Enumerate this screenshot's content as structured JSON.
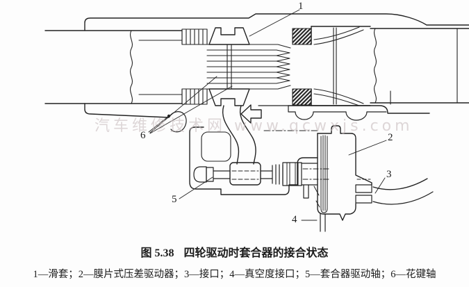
{
  "figure": {
    "caption_prefix": "图 5.38",
    "caption_title": "四轮驱动时套合器的接合状态",
    "legend": "1—滑套；2—膜片式压差驱动器；3—接口；4—真空度接口；5—套合器驱动轴；6—花键轴",
    "watermark": "汽车维修技术网 www.qcwxjs.com",
    "labels": [
      {
        "id": "1",
        "name": "滑套"
      },
      {
        "id": "2",
        "name": "膜片式压差驱动器"
      },
      {
        "id": "3",
        "name": "接口"
      },
      {
        "id": "4",
        "name": "真空度接口"
      },
      {
        "id": "5",
        "name": "套合器驱动轴"
      },
      {
        "id": "6",
        "name": "花键轴"
      }
    ],
    "colors": {
      "line": "#222222",
      "background": "#fdfdfd",
      "watermark": "#c9bdbf"
    }
  }
}
